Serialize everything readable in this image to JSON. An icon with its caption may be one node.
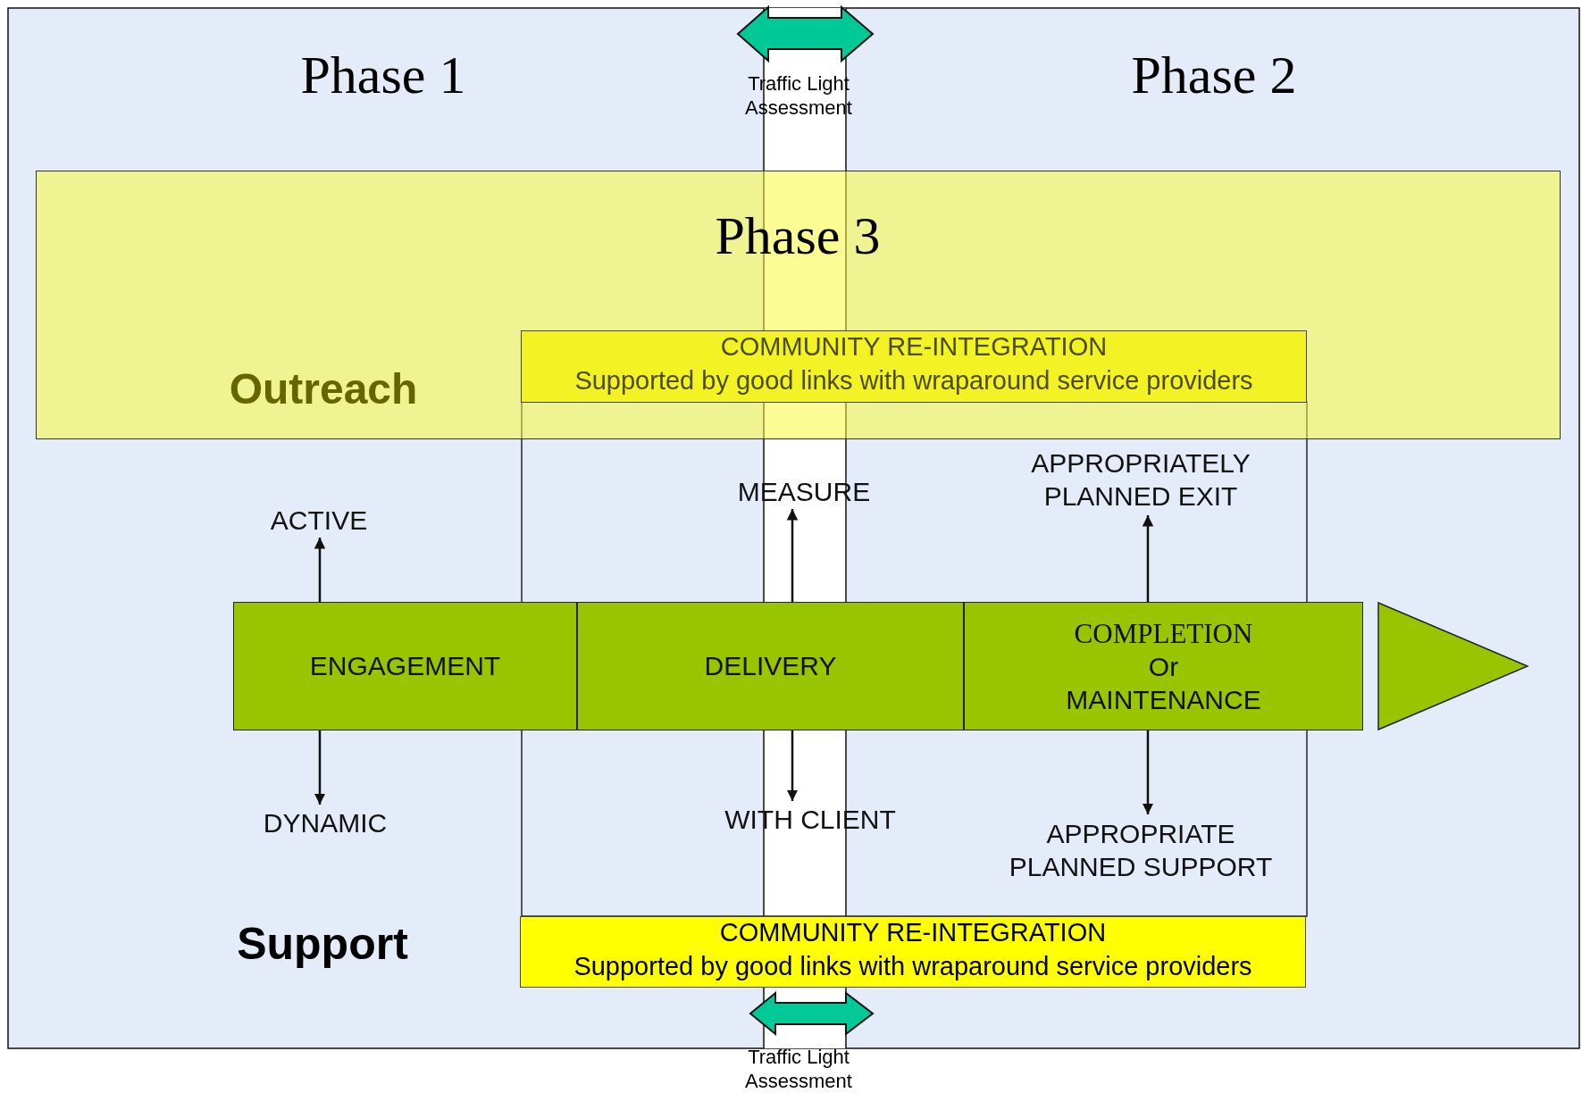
{
  "diagram": {
    "nodes": [
      {
        "text": [
          "Phase 3",
          "Outreach"
        ]
      },
      {
        "text": [
          "COMMUNITY RE-INTEGRATION",
          "Supported by good links with wraparound service providers"
        ],
        "in": 0
      },
      {
        "text": [
          "ENGAGEMENT"
        ]
      },
      {
        "text": [
          "DELIVERY"
        ]
      },
      {
        "text": [
          "COMPLETION",
          "Or",
          "MAINTENANCE"
        ]
      },
      {
        "text": [],
        "shape": "triangle"
      },
      {
        "text": [
          "ACTIVE"
        ]
      },
      {
        "text": [
          "MEASURE"
        ]
      },
      {
        "text": [
          "APPROPRIATELY PLANNED EXIT"
        ]
      },
      {
        "text": [
          "DYNAMIC"
        ]
      },
      {
        "text": [
          "WITH CLIENT"
        ]
      },
      {
        "text": [
          "APPROPRIATE PLANNED SUPPORT"
        ]
      },
      {
        "text": [
          "COMMUNITY RE-INTEGRATION",
          "Supported by good links with wraparound service providers"
        ]
      }
    ],
    "edges": [
      {
        "from": 2,
        "to": 6,
        "arrow": "to"
      },
      {
        "from": 3,
        "to": 7,
        "arrow": "to"
      },
      {
        "from": 4,
        "to": 8,
        "arrow": "to"
      },
      {
        "from": 2,
        "to": 9,
        "arrow": "to"
      },
      {
        "from": 3,
        "to": 10,
        "arrow": "to"
      },
      {
        "from": 4,
        "to": 11,
        "arrow": "to"
      }
    ],
    "labels": [
      "Phase 1",
      "Phase 2",
      "Traffic Light Assessment",
      "Traffic Light Assessment",
      "Support"
    ]
  }
}
